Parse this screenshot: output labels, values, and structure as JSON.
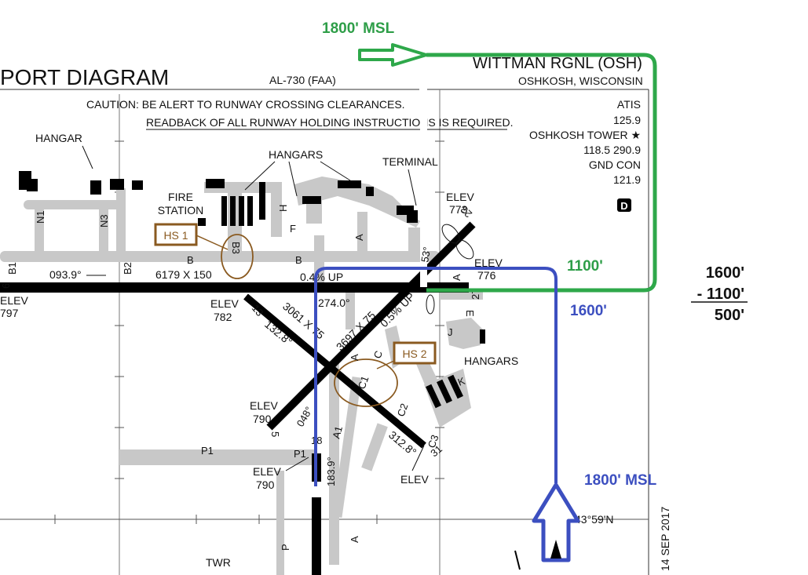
{
  "chart": {
    "title": "PORT DIAGRAM",
    "doc_id": "AL-730 (FAA)",
    "airport_name": "WITTMAN RGNL (OSH)",
    "location": "OSHKOSH, WISCONSIN",
    "caution_line1": "CAUTION: BE ALERT TO RUNWAY CROSSING CLEARANCES.",
    "caution_line2": "READBACK OF ALL RUNWAY HOLDING INSTRUCTIONS IS REQUIRED.",
    "latitude": "43°59'N",
    "date": "14 SEP 2017"
  },
  "frequencies": {
    "atis_label": "ATIS",
    "atis_freq": "125.9",
    "tower_label": "OSHKOSH TOWER ★",
    "tower_freq": "118.5  290.9",
    "gnd_label": "GND CON",
    "gnd_freq": "121.9",
    "d_symbol": "D"
  },
  "labels": {
    "hangar": "HANGAR",
    "hangars_top": "HANGARS",
    "terminal": "TERMINAL",
    "fire_station_1": "FIRE",
    "fire_station_2": "STATION",
    "hangars_right": "HANGARS",
    "twr": "TWR"
  },
  "taxiways": {
    "n1": "N1",
    "n3": "N3",
    "b1": "B1",
    "b2": "B2",
    "b3": "B3",
    "b_left": "B",
    "b_right": "B",
    "h": "H",
    "f": "F",
    "a_top": "A",
    "a_mid": "A",
    "a_bottom": "A",
    "a_right": "A",
    "c": "C",
    "c1": "C1",
    "c2": "C2",
    "c3": "C3",
    "e": "E",
    "j": "J",
    "k": "K",
    "a1": "A1",
    "p1_left": "P1",
    "p1_right": "P1",
    "p": "P"
  },
  "hot_spots": {
    "hs1": "HS 1",
    "hs2": "HS 2"
  },
  "runway_labels": {
    "rwy9_end": "6",
    "rwy27_end": "27",
    "rwy23_end": "23",
    "rwy5_end": "5",
    "rwy13_end": "13",
    "rwy31_end": "31",
    "rwy18_end": "18",
    "heading_093": "093.9°",
    "dimension_9_27": "6179 X 150",
    "slope_9_27": "0.4% UP",
    "heading_274": "274.0°",
    "heading_053": "53°",
    "dimension_5_23": "3697 X 75",
    "slope_5_23": "0.5% UP",
    "heading_048": "048°",
    "dimension_13_31": "3061 X 75",
    "heading_132": "132.8°",
    "heading_312": "312.8°",
    "heading_183": "183.9°"
  },
  "elevations": {
    "elev_left": "ELEV",
    "elev_left_val": "797",
    "elev_782": "ELEV",
    "elev_782_val": "782",
    "elev_773": "ELEV",
    "elev_773_val": "773",
    "elev_776": "ELEV",
    "elev_776_val": "776",
    "elev_790a": "ELEV",
    "elev_790a_val": "790",
    "elev_790b": "ELEV",
    "elev_790b_val": "790",
    "elev_bottom": "ELEV"
  },
  "annotations": {
    "green_top": "1800' MSL",
    "green_mid": "1100'",
    "blue_mid": "1600'",
    "blue_bottom": "1800' MSL",
    "calc_line1": "1600'",
    "calc_line2": "- 1100'",
    "calc_line3": "500'"
  },
  "colors": {
    "green_route": "#2ea84a",
    "blue_route": "#3c4fc0",
    "hot_spot": "#8a5a20",
    "pavement": "#c8c8c8",
    "runway": "#000000"
  }
}
